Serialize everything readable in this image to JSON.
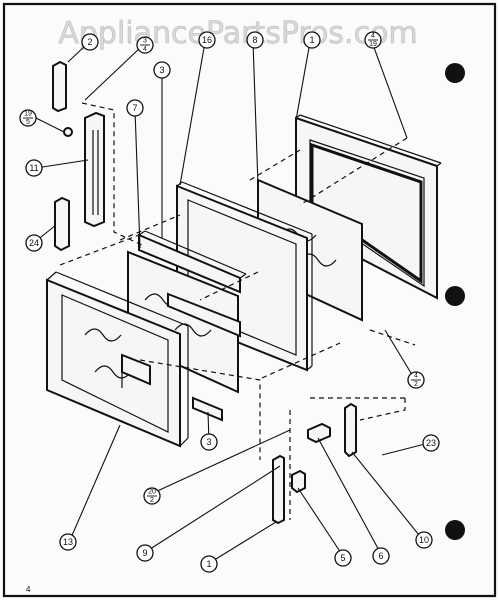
{
  "watermark": "AppliancePartsPros.com",
  "page_number": "4",
  "callouts": {
    "c2": "2",
    "c4a": {
      "num": "3",
      "den": "4"
    },
    "c3": "3",
    "c16": "16",
    "c8": "8",
    "c1top": "1",
    "c4b": {
      "num": "4",
      "den": "19"
    },
    "c19": {
      "num": "19",
      "den": "5"
    },
    "c7": "7",
    "c11": "11",
    "c24": "24",
    "c4c": {
      "num": "4",
      "den": "2"
    },
    "c3b": "3",
    "c23": "23",
    "c20": {
      "num": "20",
      "den": "2"
    },
    "c13": "13",
    "c9": "9",
    "c1b": "1",
    "c5": "5",
    "c6": "6",
    "c10": "10"
  }
}
